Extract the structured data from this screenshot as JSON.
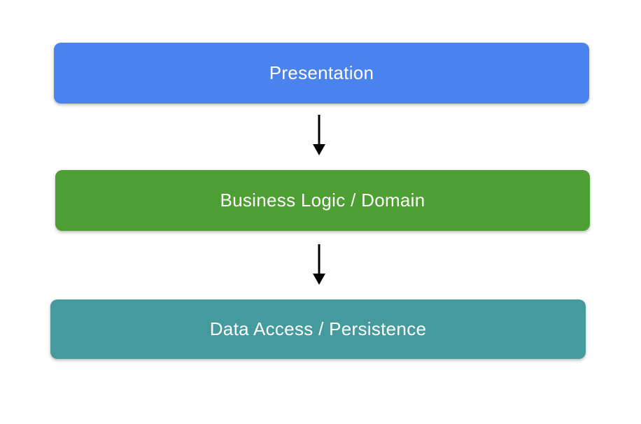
{
  "diagram": {
    "type": "layered-architecture",
    "background": "#ffffff",
    "text_color": "#ffffff",
    "arrow_color": "#000000",
    "layers": [
      {
        "id": "presentation",
        "label": "Presentation",
        "color": "#4a82ee"
      },
      {
        "id": "business",
        "label": "Business Logic / Domain",
        "color": "#4d9e33"
      },
      {
        "id": "data",
        "label": "Data Access / Persistence",
        "color": "#449a9d"
      }
    ],
    "arrows": [
      {
        "from": "presentation",
        "to": "business",
        "direction": "down"
      },
      {
        "from": "business",
        "to": "data",
        "direction": "down"
      }
    ]
  }
}
